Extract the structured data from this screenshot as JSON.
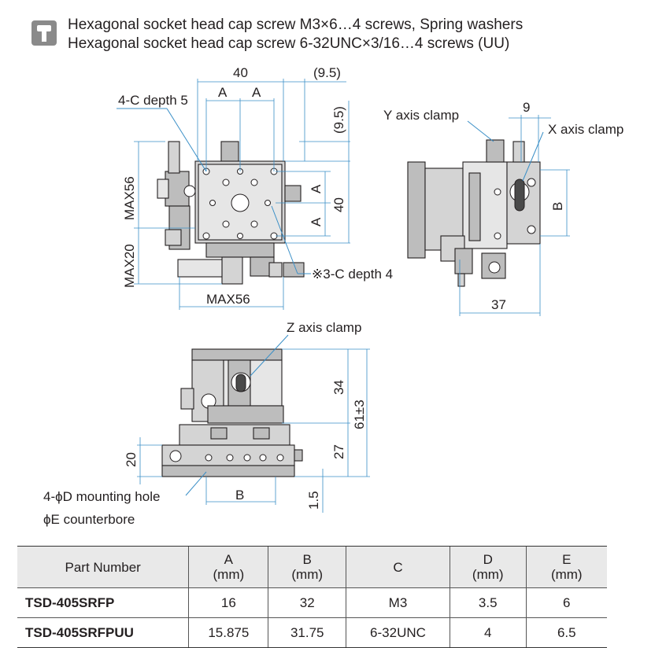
{
  "note": {
    "icon": "screw-icon",
    "line1": "Hexagonal socket head cap screw M3×6…4 screws, Spring washers",
    "line2": "Hexagonal socket head cap screw 6-32UNC×3/16…4 screws (UU)"
  },
  "top_view": {
    "dim_40_top": "40",
    "dim_9_5_top": "(9.5)",
    "dim_A1": "A",
    "dim_A2": "A",
    "dim_9_5_side": "(9.5)",
    "dim_A_right1": "A",
    "dim_A_right2": "A",
    "dim_40_right": "40",
    "dim_max56_vert": "MAX56",
    "dim_max20": "MAX20",
    "dim_max56_horiz": "MAX56",
    "label_4c": "4-C depth 5",
    "label_3c": "※3-C depth 4"
  },
  "side_view": {
    "label_y_clamp": "Y axis clamp",
    "label_x_clamp": "X axis clamp",
    "dim_9": "9",
    "dim_B": "B",
    "dim_37": "37"
  },
  "front_view": {
    "label_z_clamp": "Z axis clamp",
    "dim_34": "34",
    "dim_61": "61±3",
    "dim_27": "27",
    "dim_20": "20",
    "dim_B": "B",
    "dim_1_5": "1.5",
    "label_mount1": "4-ϕD mounting hole",
    "label_mount2": "ϕE counterbore"
  },
  "table": {
    "headers": {
      "part": "Part Number",
      "a": "A",
      "a_unit": "(mm)",
      "b": "B",
      "b_unit": "(mm)",
      "c": "C",
      "d": "D",
      "d_unit": "(mm)",
      "e": "E",
      "e_unit": "(mm)"
    },
    "rows": [
      {
        "part": "TSD-405SRFP",
        "a": "16",
        "b": "32",
        "c": "M3",
        "d": "3.5",
        "e": "6"
      },
      {
        "part": "TSD-405SRFPUU",
        "a": "15.875",
        "b": "31.75",
        "c": "6-32UNC",
        "d": "4",
        "e": "6.5"
      }
    ]
  }
}
